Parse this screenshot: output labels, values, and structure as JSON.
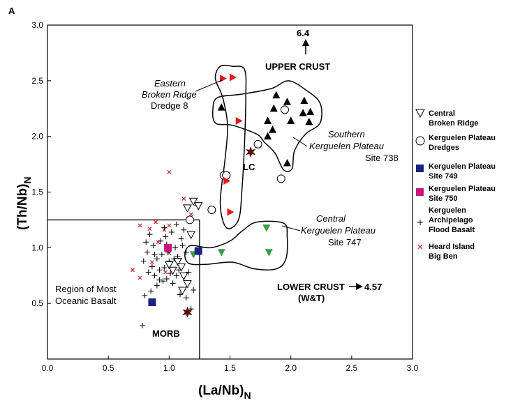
{
  "chart_data": {
    "type": "scatter",
    "panel_label": "A",
    "xlabel": {
      "main": "(La/Nb)",
      "sub": "N"
    },
    "ylabel": {
      "main": "(Th/Nb)",
      "sub": "N"
    },
    "xlim": [
      0,
      3.0
    ],
    "ylim": [
      0,
      3.0
    ],
    "xticks": [
      "0.0",
      "0.5",
      "1.0",
      "1.5",
      "2.0",
      "2.5",
      "3.0"
    ],
    "yticks": [
      "0.5",
      "1.0",
      "1.5",
      "2.0",
      "2.5",
      "3.0"
    ],
    "grid": false,
    "legend_position": "right",
    "series": [
      {
        "name": "Central Broken Ridge",
        "marker": "triangle-down-open",
        "color": "#000000",
        "points": [
          [
            1.11,
            0.62
          ],
          [
            1.15,
            0.68
          ],
          [
            1.12,
            0.75
          ],
          [
            1.18,
            1.12
          ],
          [
            1.15,
            1.36
          ],
          [
            1.2,
            1.42
          ],
          [
            1.24,
            1.38
          ],
          [
            1.0,
            0.85
          ],
          [
            1.07,
            0.88
          ],
          [
            1.03,
            0.8
          ],
          [
            1.1,
            0.83
          ]
        ]
      },
      {
        "name": "Kerguelen Plateau Dredges",
        "marker": "circle-open",
        "color": "#000000",
        "points": [
          [
            1.35,
            1.34
          ],
          [
            1.17,
            1.25
          ],
          [
            1.45,
            1.65
          ],
          [
            1.47,
            1.65
          ],
          [
            1.73,
            1.93
          ],
          [
            1.92,
            1.62
          ],
          [
            1.95,
            2.24
          ]
        ]
      },
      {
        "name": "Kerguelen Plateau Site 749",
        "marker": "square-filled",
        "color": "#1a237e",
        "points": [
          [
            0.86,
            0.51
          ],
          [
            1.24,
            0.97
          ]
        ]
      },
      {
        "name": "Kerguelen Plateau Site 750",
        "marker": "square-filled",
        "color": "#c2187a",
        "points": [
          [
            0.99,
            1.0
          ]
        ]
      },
      {
        "name": "Kerguelen Archipelago Flood Basalt",
        "marker": "plus",
        "color": "#000000",
        "points": [
          [
            0.78,
            0.3
          ],
          [
            0.8,
            0.57
          ],
          [
            0.85,
            0.61
          ],
          [
            0.9,
            0.66
          ],
          [
            0.95,
            0.7
          ],
          [
            0.98,
            0.72
          ],
          [
            1.03,
            0.68
          ],
          [
            1.06,
            0.75
          ],
          [
            0.88,
            0.75
          ],
          [
            0.92,
            0.8
          ],
          [
            0.96,
            0.82
          ],
          [
            1.0,
            0.88
          ],
          [
            1.04,
            0.9
          ],
          [
            1.08,
            0.8
          ],
          [
            0.83,
            0.78
          ],
          [
            0.86,
            0.83
          ],
          [
            0.9,
            0.9
          ],
          [
            0.94,
            0.94
          ],
          [
            0.99,
            0.96
          ],
          [
            1.05,
            1.0
          ],
          [
            0.82,
            0.96
          ],
          [
            0.87,
            1.02
          ],
          [
            0.93,
            1.06
          ],
          [
            0.97,
            1.1
          ],
          [
            1.02,
            1.14
          ],
          [
            1.1,
            1.08
          ],
          [
            1.14,
            0.96
          ],
          [
            0.84,
            1.12
          ],
          [
            0.96,
            1.18
          ],
          [
            1.06,
            1.21
          ],
          [
            1.12,
            1.16
          ],
          [
            0.79,
            0.88
          ],
          [
            0.81,
            1.05
          ],
          [
            1.16,
            0.78
          ],
          [
            1.2,
            0.62
          ],
          [
            1.18,
            0.45
          ],
          [
            1.14,
            0.55
          ],
          [
            1.09,
            0.58
          ],
          [
            0.92,
            0.71
          ],
          [
            1.01,
            0.77
          ],
          [
            1.07,
            0.92
          ],
          [
            1.11,
            1.02
          ],
          [
            0.88,
            0.94
          ],
          [
            0.98,
            1.03
          ]
        ]
      },
      {
        "name": "Heard Island Big Ben",
        "marker": "x",
        "color": "#d32f2f",
        "points": [
          [
            1.0,
            1.68
          ],
          [
            1.12,
            1.44
          ],
          [
            1.18,
            1.3
          ],
          [
            1.22,
            1.39
          ],
          [
            0.76,
            1.2
          ],
          [
            0.84,
            1.17
          ],
          [
            0.89,
            1.23
          ],
          [
            0.96,
            1.16
          ],
          [
            1.0,
            1.2
          ],
          [
            0.7,
            0.8
          ],
          [
            0.76,
            0.73
          ],
          [
            0.86,
            0.87
          ],
          [
            0.91,
            1.05
          ],
          [
            1.0,
            0.95
          ],
          [
            0.97,
            0.78
          ]
        ]
      },
      {
        "name": "Eastern Broken Ridge Dredge 8",
        "marker": "triangle-right-filled",
        "color": "#e31a1c",
        "in_legend": false,
        "points": [
          [
            1.44,
            2.52
          ],
          [
            1.52,
            2.53
          ],
          [
            1.57,
            2.14
          ],
          [
            1.47,
            1.6
          ],
          [
            1.5,
            1.32
          ]
        ]
      },
      {
        "name": "Southern Kerguelen Plateau Site 738",
        "marker": "triangle-up-filled",
        "color": "#000000",
        "in_legend": false,
        "points": [
          [
            1.43,
            2.26
          ],
          [
            1.88,
            2.37
          ],
          [
            1.97,
            2.31
          ],
          [
            1.86,
            2.25
          ],
          [
            2.11,
            2.32
          ],
          [
            2.1,
            2.21
          ],
          [
            2.16,
            2.22
          ],
          [
            1.81,
            2.14
          ],
          [
            2.0,
            2.14
          ],
          [
            2.15,
            2.13
          ],
          [
            1.85,
            2.06
          ],
          [
            1.81,
            2.0
          ],
          [
            1.97,
            1.76
          ]
        ]
      },
      {
        "name": "Central Kerguelen Plateau Site 747",
        "marker": "triangle-down-filled",
        "color": "#3d9c48",
        "in_legend": false,
        "points": [
          [
            1.43,
            0.96
          ],
          [
            1.8,
            1.18
          ],
          [
            1.82,
            0.96
          ],
          [
            1.2,
            0.94
          ]
        ]
      },
      {
        "name": "LC",
        "marker": "star-dark",
        "color": "#7a0000",
        "in_legend": false,
        "points": [
          [
            1.67,
            1.86
          ]
        ]
      },
      {
        "name": "MORB",
        "marker": "star-dark",
        "color": "#7a0000",
        "in_legend": false,
        "points": [
          [
            1.15,
            0.42
          ]
        ]
      }
    ],
    "region": {
      "label": [
        "Region of Most",
        "Oceanic Basalt"
      ],
      "x_max": 1.25,
      "y_max": 1.25
    },
    "fields": [
      {
        "label": [
          "Eastern",
          "Broken Ridge",
          "Dredge 8"
        ],
        "outline": [
          [
            1.42,
            2.63
          ],
          [
            1.52,
            2.63
          ],
          [
            1.62,
            2.6
          ],
          [
            1.63,
            2.35
          ],
          [
            1.62,
            1.95
          ],
          [
            1.6,
            1.55
          ],
          [
            1.57,
            1.25
          ],
          [
            1.47,
            1.18
          ],
          [
            1.42,
            1.4
          ],
          [
            1.46,
            1.8
          ],
          [
            1.48,
            2.1
          ],
          [
            1.44,
            2.35
          ],
          [
            1.38,
            2.52
          ]
        ]
      },
      {
        "label": [
          "Southern",
          "Kerguelen Plateau",
          "Site 738"
        ],
        "outline": [
          [
            1.4,
            2.35
          ],
          [
            1.6,
            2.38
          ],
          [
            1.84,
            2.43
          ],
          [
            1.98,
            2.5
          ],
          [
            2.12,
            2.42
          ],
          [
            2.24,
            2.3
          ],
          [
            2.24,
            2.12
          ],
          [
            2.12,
            2.02
          ],
          [
            2.03,
            1.87
          ],
          [
            2.01,
            1.71
          ],
          [
            1.94,
            1.7
          ],
          [
            1.87,
            1.85
          ],
          [
            1.78,
            1.95
          ],
          [
            1.72,
            2.02
          ],
          [
            1.52,
            2.1
          ],
          [
            1.38,
            2.12
          ],
          [
            1.36,
            2.25
          ]
        ]
      },
      {
        "label": [
          "Central",
          "Kerguelen Plateau",
          "Site 747"
        ],
        "outline": [
          [
            1.18,
            1.02
          ],
          [
            1.34,
            1.0
          ],
          [
            1.5,
            1.06
          ],
          [
            1.6,
            1.15
          ],
          [
            1.72,
            1.23
          ],
          [
            1.94,
            1.22
          ],
          [
            1.97,
            1.1
          ],
          [
            1.96,
            0.9
          ],
          [
            1.88,
            0.81
          ],
          [
            1.7,
            0.81
          ],
          [
            1.52,
            0.87
          ],
          [
            1.3,
            0.85
          ],
          [
            1.16,
            0.86
          ],
          [
            1.13,
            0.95
          ]
        ]
      }
    ],
    "annotations": {
      "upper_crust": "UPPER CRUST",
      "upper_value": "6.4",
      "lower_crust": "LOWER CRUST",
      "lower_value": "4.57",
      "wt": "(W&T)",
      "lc": "LC",
      "morb": "MORB"
    }
  }
}
